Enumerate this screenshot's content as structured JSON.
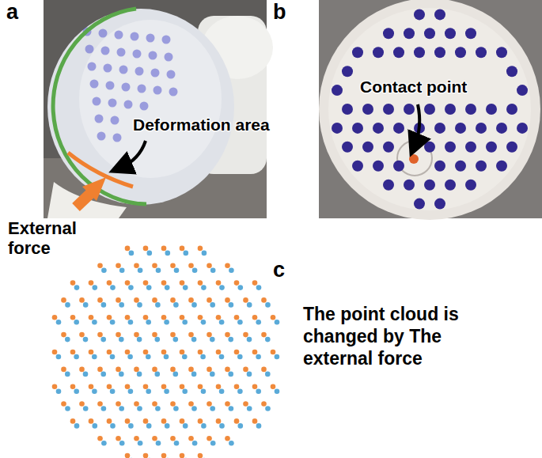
{
  "diagram": {
    "labels": [
      "a",
      "Deformation area",
      "External force",
      "b",
      "Contact point",
      "c",
      "The point cloud is changed by The external force"
    ]
  }
}
